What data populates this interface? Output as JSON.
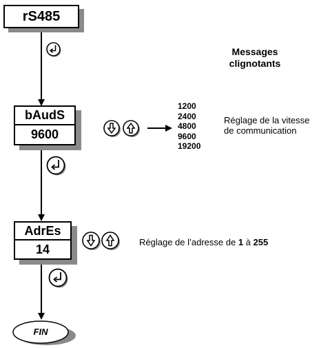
{
  "header": {
    "title_line1": "Messages",
    "title_line2": "clignotants"
  },
  "steps": {
    "rs485": {
      "display": "rS485"
    },
    "baud": {
      "param": "bAudS",
      "value": "9600"
    },
    "address": {
      "param": "AdrEs",
      "value": "14"
    },
    "end": {
      "label": "FIN"
    }
  },
  "baud_options": [
    "1200",
    "2400",
    "4800",
    "9600",
    "19200"
  ],
  "baud_description": {
    "line1": "Réglage de la vitesse",
    "line2": "de communication"
  },
  "address_description": {
    "prefix": "Réglage de l’adresse de ",
    "min": "1",
    "middle": " à ",
    "max": "255"
  },
  "icons": {
    "enter": "enter-key-icon",
    "down": "down-arrow-key-icon",
    "up": "up-arrow-key-icon"
  },
  "colors": {
    "line": "#000000",
    "shadow": "#8a8a8a",
    "background": "#ffffff"
  }
}
